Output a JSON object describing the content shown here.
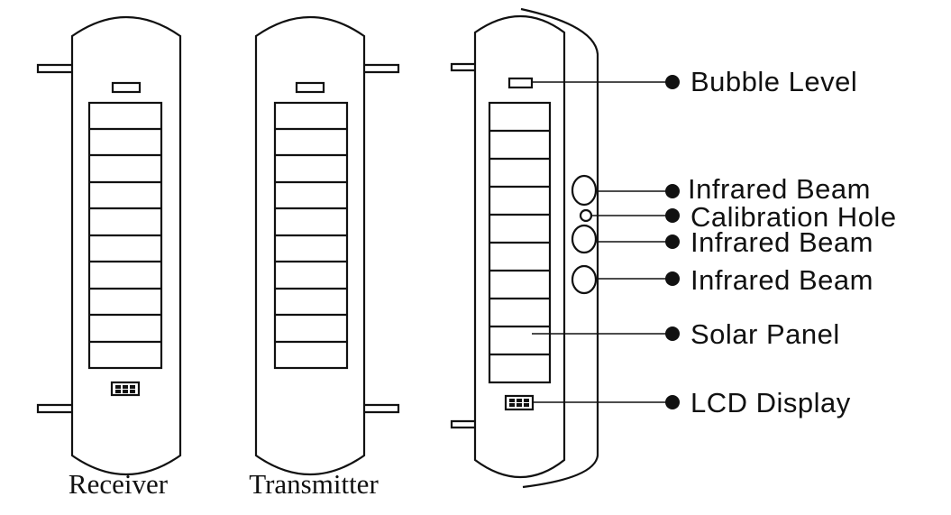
{
  "units": [
    {
      "name": "Receiver"
    },
    {
      "name": "Transmitter"
    }
  ],
  "callouts": [
    {
      "label": "Bubble Level"
    },
    {
      "label": "Infrared Beam"
    },
    {
      "label": "Calibration Hole"
    },
    {
      "label": "Infrared Beam"
    },
    {
      "label": "Infrared Beam"
    },
    {
      "label": "Solar Panel"
    },
    {
      "label": "LCD Display"
    }
  ],
  "colors": {
    "line": "#111111",
    "background": "#ffffff"
  }
}
